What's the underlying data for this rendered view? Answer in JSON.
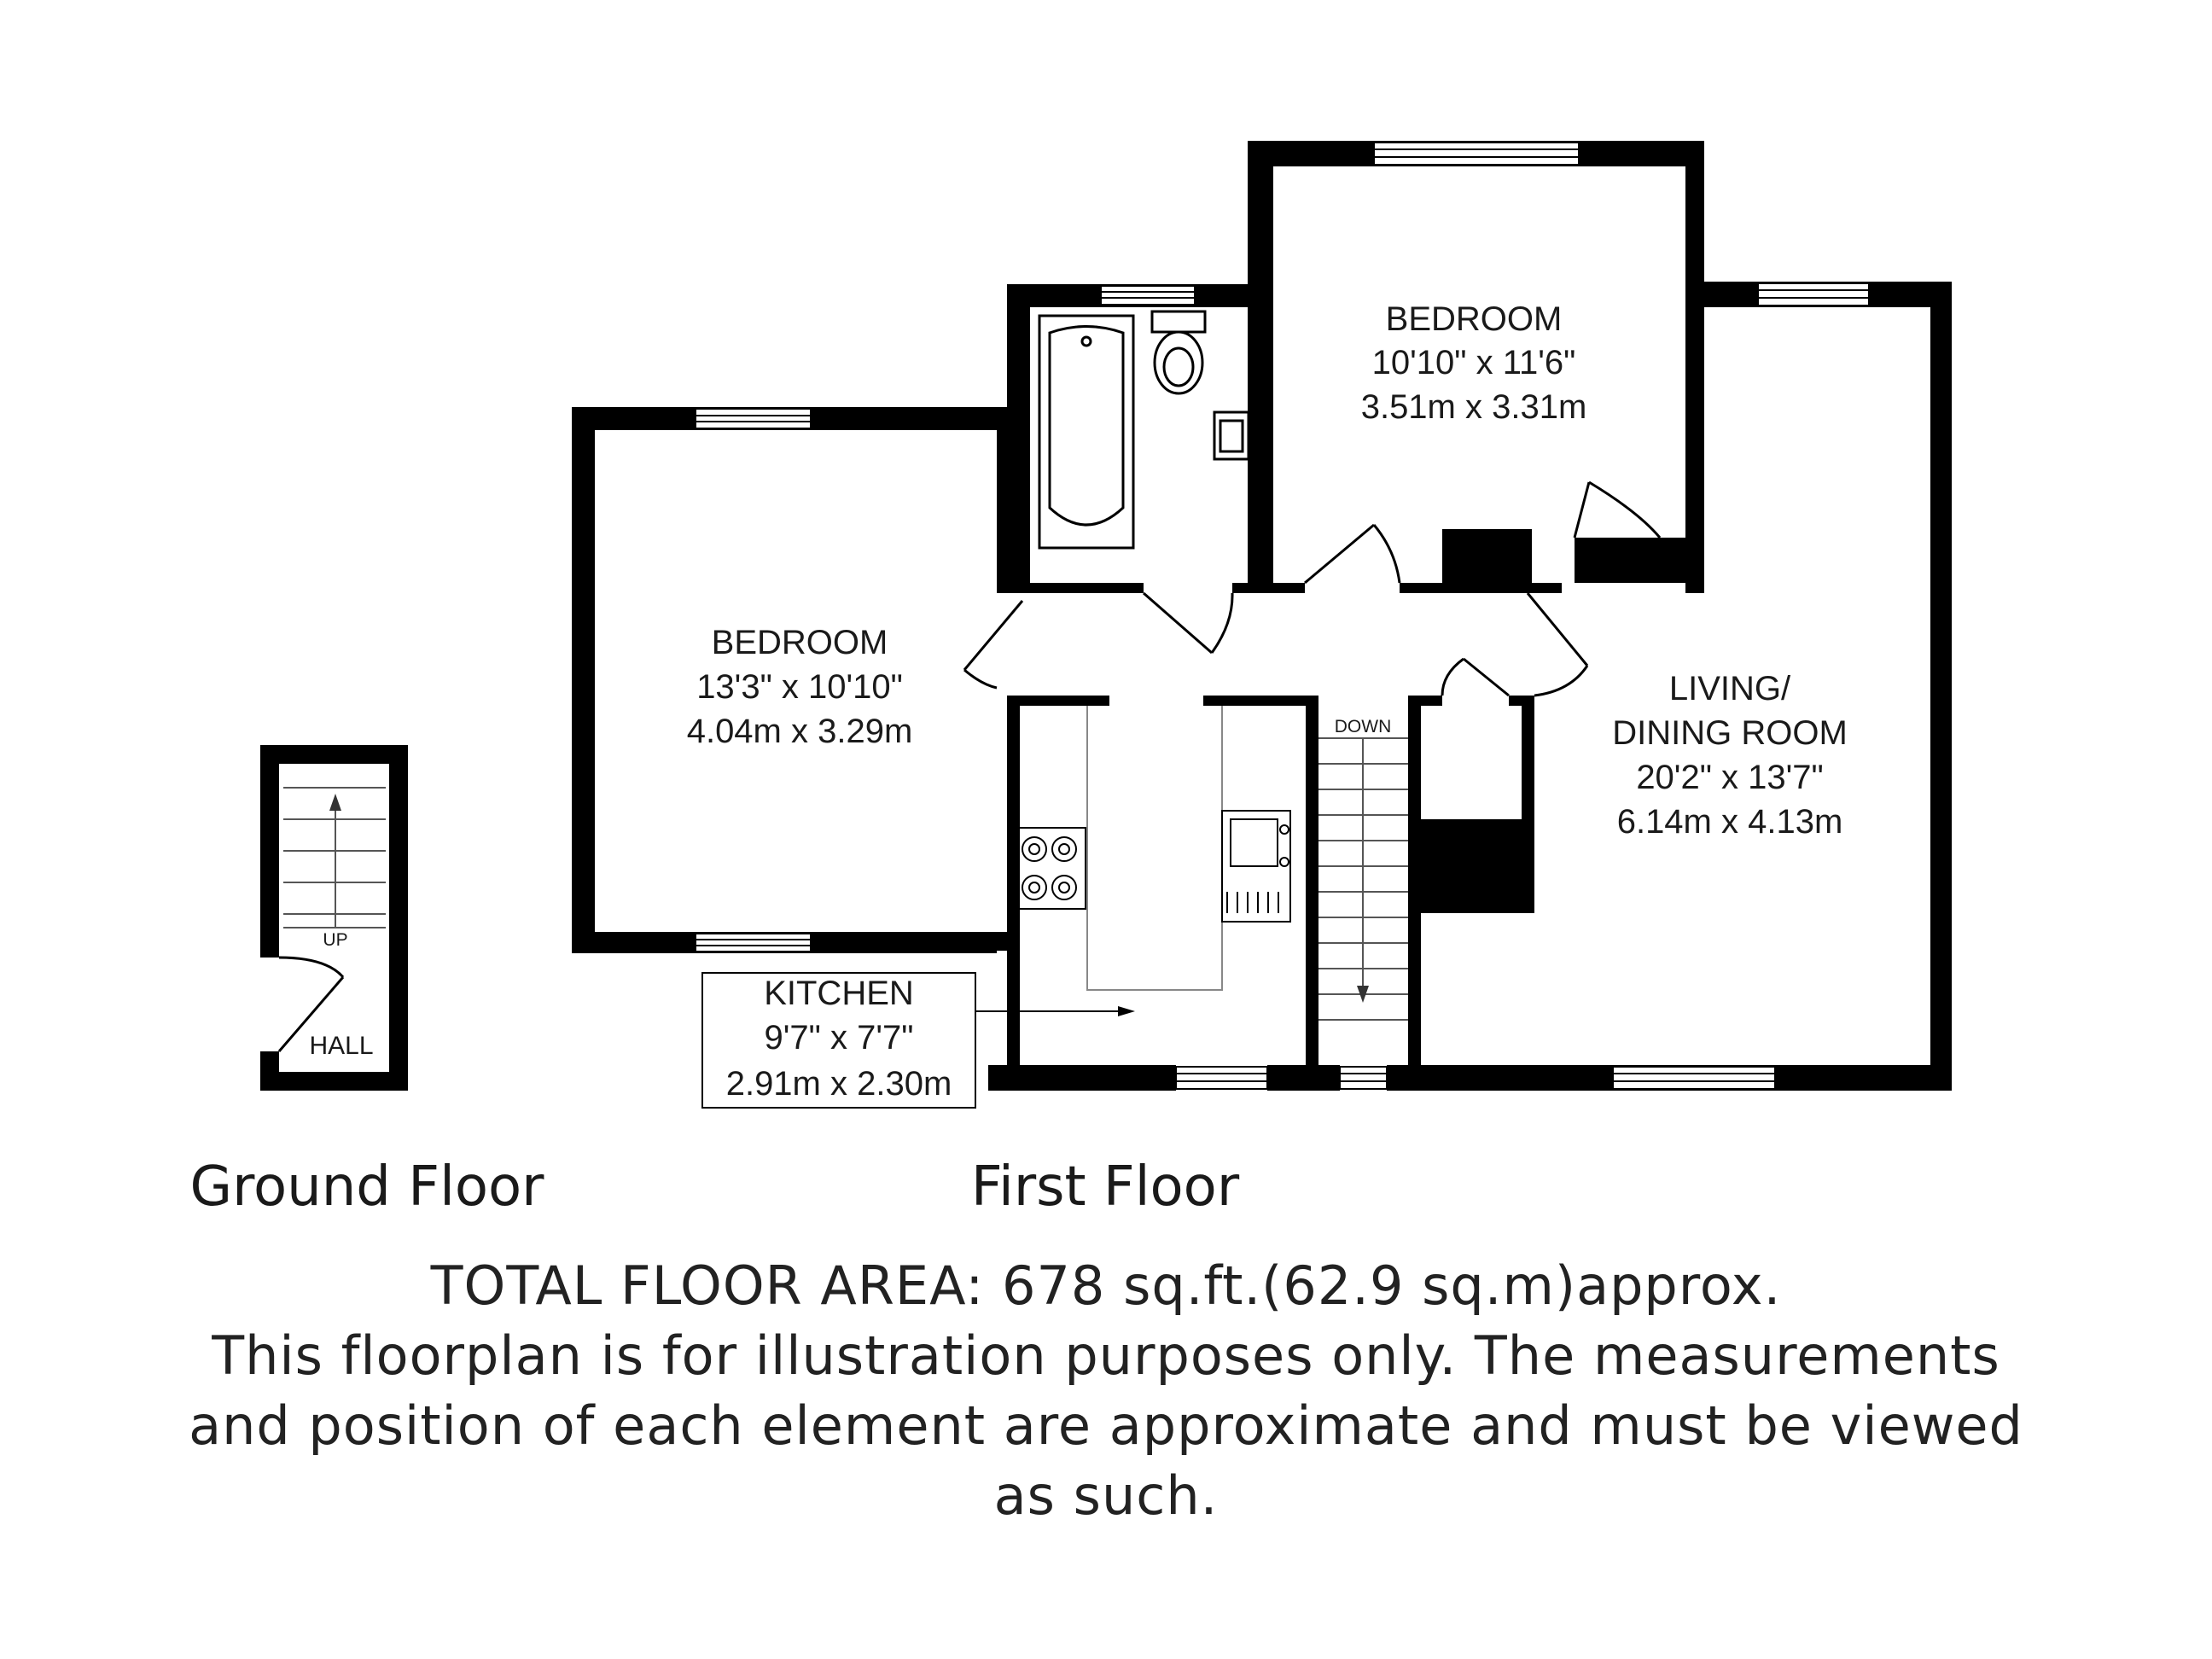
{
  "ground_floor": {
    "title": "Ground Floor",
    "hall": {
      "name": "HALL"
    },
    "stairs_label": "UP"
  },
  "first_floor": {
    "title": "First Floor",
    "stairs_label": "DOWN",
    "rooms": {
      "bedroom_left": {
        "name": "BEDROOM",
        "imperial": "13'3\" x 10'10\"",
        "metric": "4.04m x 3.29m"
      },
      "bedroom_top": {
        "name": "BEDROOM",
        "imperial": "10'10\" x 11'6\"",
        "metric": "3.51m x 3.31m"
      },
      "living": {
        "name_line1": "LIVING/",
        "name_line2": "DINING ROOM",
        "imperial": "20'2\" x 13'7\"",
        "metric": "6.14m x 4.13m"
      },
      "kitchen": {
        "name": "KITCHEN",
        "imperial": "9'7\" x 7'7\"",
        "metric": "2.91m x 2.30m"
      }
    }
  },
  "footer": {
    "total_area": "TOTAL FLOOR AREA: 678 sq.ft.(62.9 sq.m)approx.",
    "disclaimer_1": "This floorplan is for illustration purposes only. The measurements",
    "disclaimer_2": "and position of each element are approximate and must be viewed",
    "disclaimer_3": "as such."
  },
  "colors": {
    "wall": "#000000",
    "background": "#ffffff",
    "text": "#1a1a1a"
  }
}
